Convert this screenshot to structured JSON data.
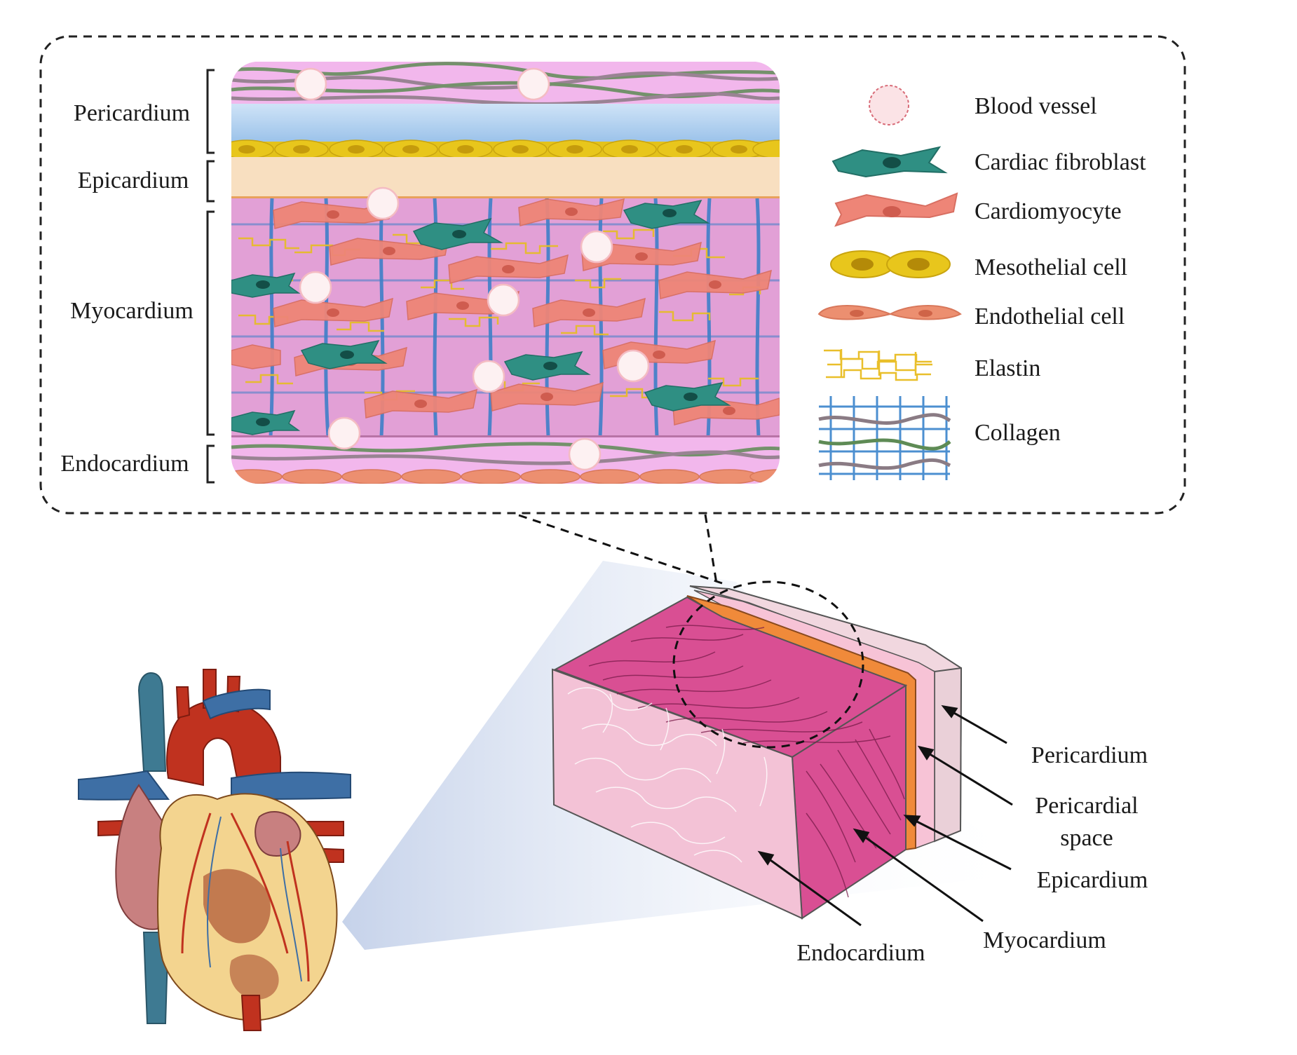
{
  "layer_labels": {
    "pericardium": "Pericardium",
    "epicardium": "Epicardium",
    "myocardium": "Myocardium",
    "endocardium": "Endocardium"
  },
  "legend": [
    {
      "label": "Blood vessel",
      "icon": "blood-vessel-icon",
      "color": "#fbe3e6"
    },
    {
      "label": "Cardiac fibroblast",
      "icon": "cardiac-fibroblast-icon",
      "color": "#2f8f83"
    },
    {
      "label": "Cardiomyocyte",
      "icon": "cardiomyocyte-icon",
      "color": "#ee8577"
    },
    {
      "label": "Mesothelial cell",
      "icon": "mesothelial-cell-icon",
      "color": "#e8c61c"
    },
    {
      "label": "Endothelial cell",
      "icon": "endothelial-cell-icon",
      "color": "#ec8f70"
    },
    {
      "label": "Elastin",
      "icon": "elastin-icon",
      "color": "#e9bf2b"
    },
    {
      "label": "Collagen",
      "icon": "collagen-icon",
      "color": "#4c8fd0"
    }
  ],
  "anatomy_labels": {
    "pericardium": "Pericardium",
    "pericardial_space_line1": "Pericardial",
    "pericardial_space_line2": "space",
    "epicardium": "Epicardium",
    "myocardium": "Myocardium",
    "endocardium": "Endocardium"
  },
  "colors": {
    "myocardium_tissue": "#d94f93",
    "endocardium_tissue": "#f3c2d6",
    "epicardium_band": "#f08a3a",
    "pericardium_band": "#f1d7df",
    "tissue_background": "#e79bd8",
    "epicardium_fill": "#f8dfc0",
    "pericardial_fluid": "#a9cdef"
  }
}
